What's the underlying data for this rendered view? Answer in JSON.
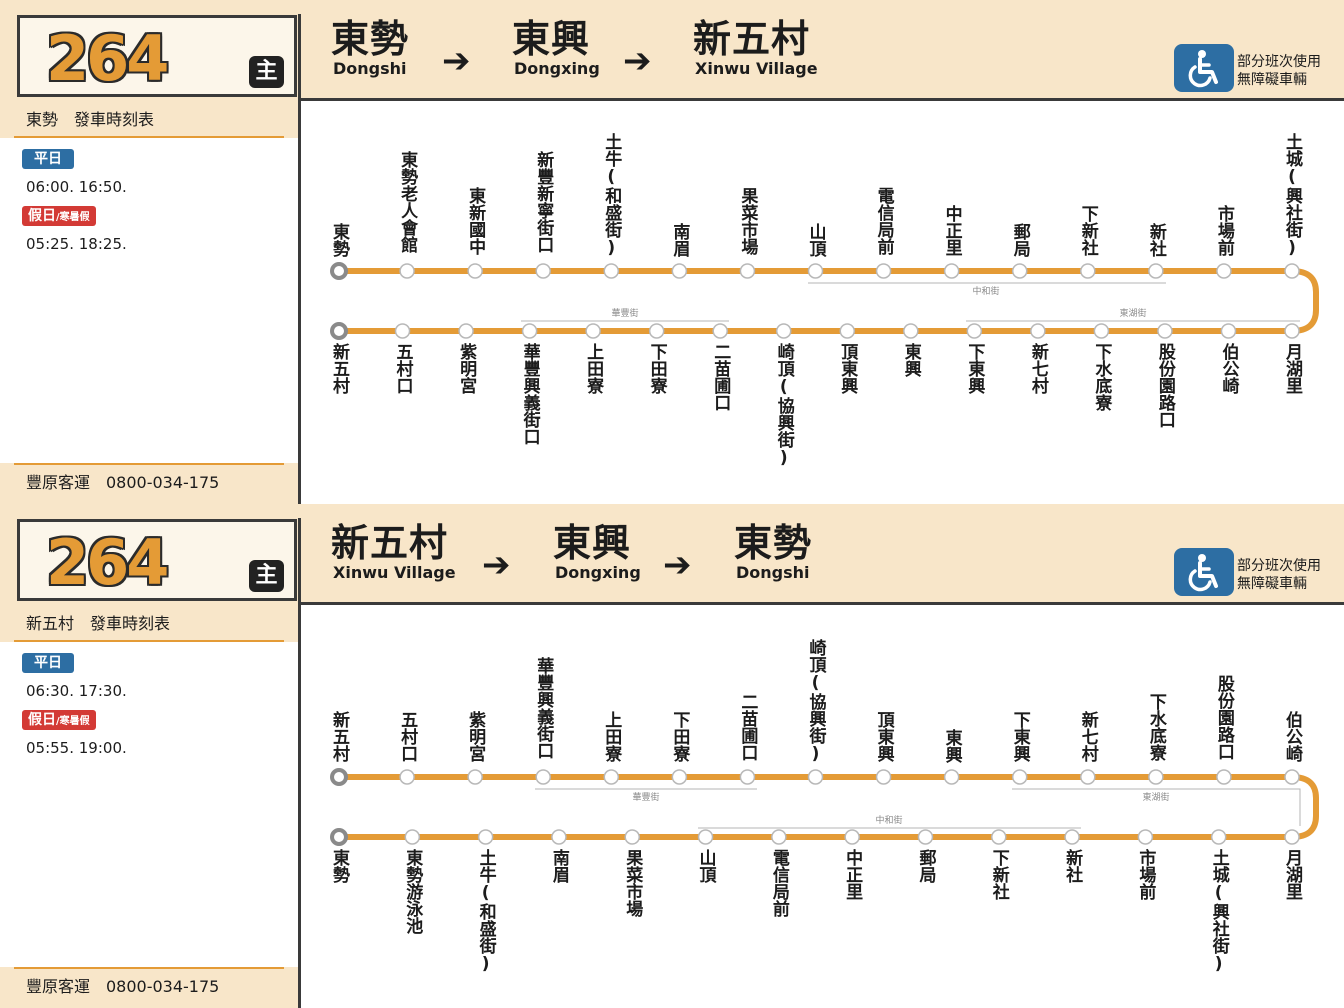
{
  "colors": {
    "route": "#e49b36",
    "header_bg": "#f8e6c9",
    "weekday": "#2d6ea3",
    "holiday": "#d33a35"
  },
  "panels": [
    {
      "route_number": "264",
      "route_badge": "主",
      "destinations": [
        {
          "zh": "東勢",
          "en": "Dongshi"
        },
        {
          "zh": "東興",
          "en": "Dongxing"
        },
        {
          "zh": "新五村",
          "en": "Xinwu Village"
        }
      ],
      "arrow": "➔",
      "accessibility": {
        "icon": "wheelchair-icon",
        "line1": "部分班次使用",
        "line2": "無障礙車輛"
      },
      "timetable_title": "東勢　發車時刻表",
      "weekday_label": "平日",
      "weekday_times": "06:00. 16:50.",
      "holiday_label": "假日",
      "holiday_sub": "/寒暑假",
      "holiday_times": "05:25. 18:25.",
      "company": "豐原客運　0800-034-175",
      "row1_stops": [
        "東勢",
        "東勢老人會館",
        "東新國中",
        "新豐新寧街口",
        "土牛(和盛街)",
        "南眉",
        "果菜市場",
        "山頂",
        "電信局前",
        "中正里",
        "郵局",
        "下新社",
        "新社",
        "市場前",
        "土城(興社街)"
      ],
      "row2_stops": [
        "新五村",
        "五村口",
        "紫明宮",
        "華豐興義街口",
        "上田寮",
        "下田寮",
        "二苗圃口",
        "崎頂(協興街)",
        "頂東興",
        "東興",
        "下東興",
        "新七村",
        "下水底寮",
        "股份園路口",
        "伯公崎",
        "月湖里"
      ],
      "street_labels": [
        "中和街",
        "華豐街",
        "東湖街"
      ]
    },
    {
      "route_number": "264",
      "route_badge": "主",
      "destinations": [
        {
          "zh": "新五村",
          "en": "Xinwu Village"
        },
        {
          "zh": "東興",
          "en": "Dongxing"
        },
        {
          "zh": "東勢",
          "en": "Dongshi"
        }
      ],
      "arrow": "➔",
      "accessibility": {
        "icon": "wheelchair-icon",
        "line1": "部分班次使用",
        "line2": "無障礙車輛"
      },
      "timetable_title": "新五村　發車時刻表",
      "weekday_label": "平日",
      "weekday_times": "06:30. 17:30.",
      "holiday_label": "假日",
      "holiday_sub": "/寒暑假",
      "holiday_times": "05:55. 19:00.",
      "company": "豐原客運　0800-034-175",
      "row1_stops": [
        "新五村",
        "五村口",
        "紫明宮",
        "華豐興義街口",
        "上田寮",
        "下田寮",
        "二苗圃口",
        "崎頂(協興街)",
        "頂東興",
        "東興",
        "下東興",
        "新七村",
        "下水底寮",
        "股份園路口",
        "伯公崎"
      ],
      "row2_stops": [
        "東勢",
        "東勢游泳池",
        "土牛(和盛街)",
        "南眉",
        "果菜市場",
        "山頂",
        "電信局前",
        "中正里",
        "郵局",
        "下新社",
        "新社",
        "市場前",
        "土城(興社街)",
        "月湖里"
      ],
      "street_labels": [
        "華豐街",
        "東湖街",
        "中和街"
      ]
    }
  ]
}
